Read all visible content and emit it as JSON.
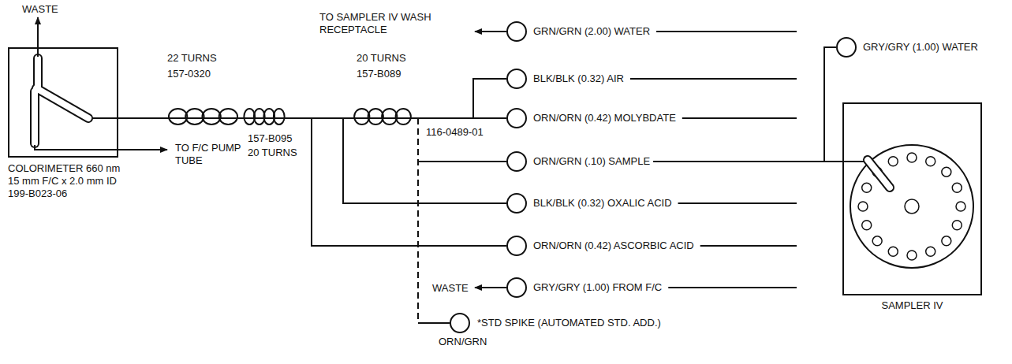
{
  "diagram": {
    "nodes": [
      {
        "text": [
          "COLORIMETER 660 nm 15 mm F/C x 2.0 mm ID 199-B023-06"
        ]
      },
      {
        "text": [
          "SAMPLER IV"
        ]
      },
      {
        "text": [
          "GRN/GRN (2.00) WATER"
        ]
      },
      {
        "text": [
          "BLK/BLK (0.32) AIR"
        ]
      },
      {
        "text": [
          "ORN/ORN (0.42) MOLYBDATE"
        ]
      },
      {
        "text": [
          "ORN/GRN (.10) SAMPLE"
        ]
      },
      {
        "text": [
          "BLK/BLK (0.32) OXALIC ACID"
        ]
      },
      {
        "text": [
          "ORN/ORN (0.42) ASCORBIC ACID"
        ]
      },
      {
        "text": [
          "GRY/GRY (1.00) FROM F/C"
        ]
      },
      {
        "text": [
          "*STD SPIKE (AUTOMATED STD. ADD.)",
          "ORN/GRN"
        ]
      },
      {
        "text": [
          "GRY/GRY (1.00) WATER"
        ]
      }
    ],
    "edges": [
      {
        "from": 5,
        "to": 1,
        "arrow": "none"
      },
      {
        "from": 10,
        "to": 1,
        "arrow": "none"
      }
    ],
    "labels": [
      "WASTE",
      "TO SAMPLER IV WASH RECEPTACLE",
      "22 TURNS",
      "20 TURNS",
      "157-0320",
      "157-B089",
      "157-B095",
      "20 TURNS",
      "116-0489-01",
      "TO F/C PUMP TUBE",
      "WASTE"
    ]
  }
}
